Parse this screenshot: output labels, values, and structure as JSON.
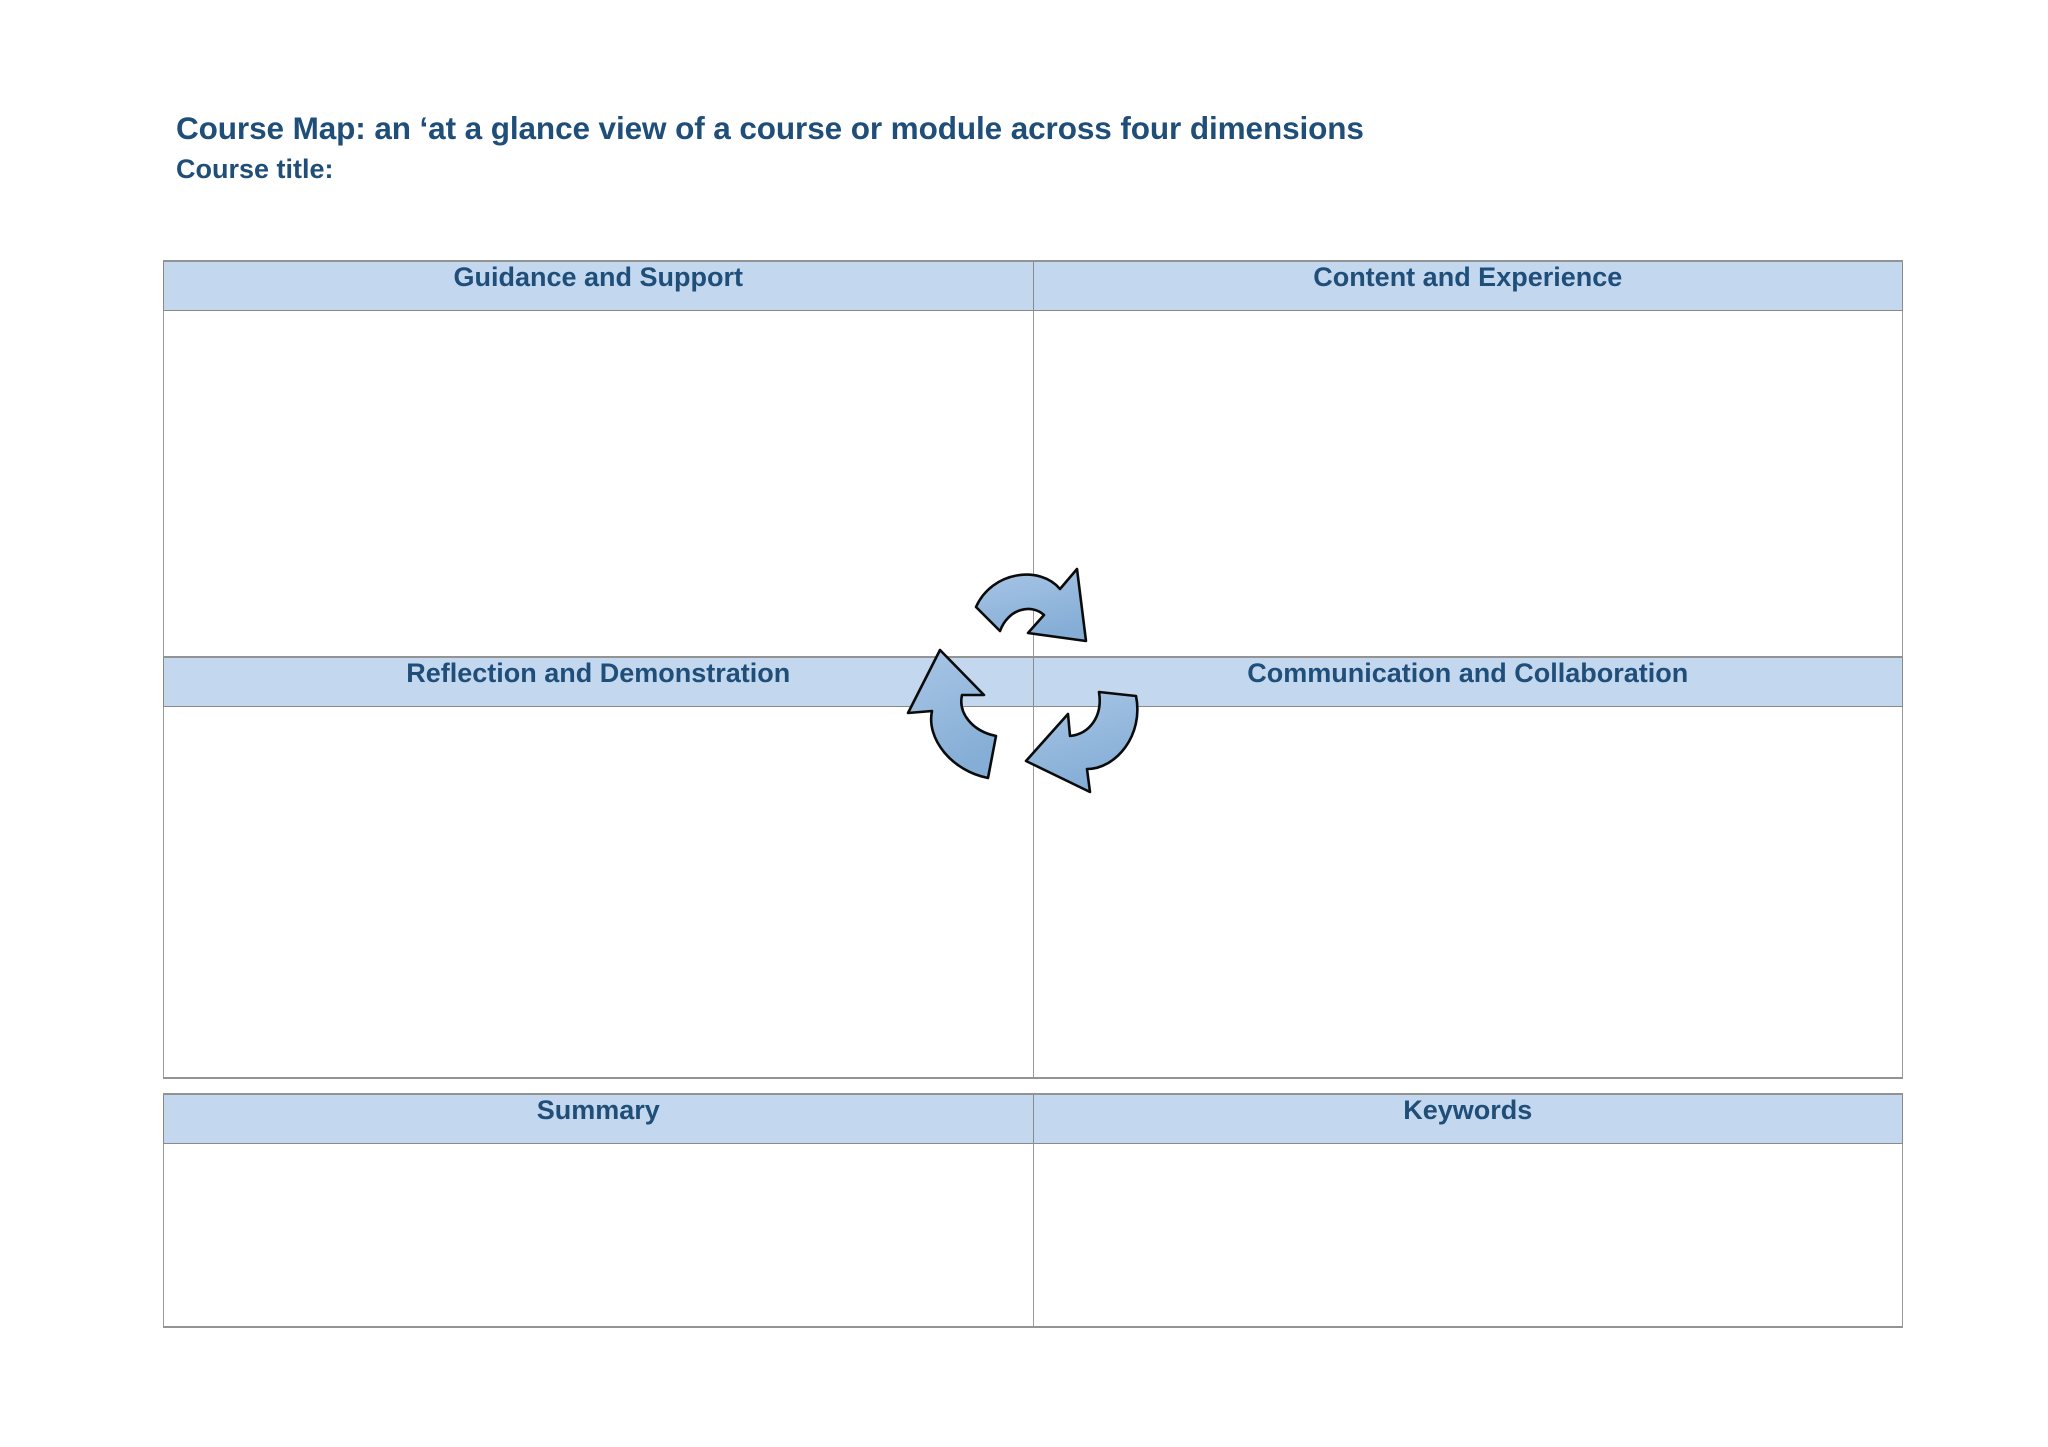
{
  "document": {
    "title": "Course Map: an ‘at a glance view of a course or module across four dimensions",
    "subtitle": "Course title:"
  },
  "colors": {
    "header_fill": "#c3d7ee",
    "header_text": "#1f4e79",
    "border": "#8a8a8a",
    "cell_border": "#9a9a9a",
    "arrow_fill": "#93b7dd",
    "arrow_stroke": "#000000",
    "page_background": "#ffffff"
  },
  "quadrants": {
    "rows": [
      {
        "cells": [
          {
            "header": "Guidance and Support",
            "value": ""
          },
          {
            "header": "Content and Experience",
            "value": ""
          }
        ]
      },
      {
        "cells": [
          {
            "header": "Reflection and Demonstration",
            "value": ""
          },
          {
            "header": "Communication and Collaboration",
            "value": ""
          }
        ]
      }
    ]
  },
  "summary_table": {
    "headers": [
      "Summary",
      "Keywords"
    ],
    "values": [
      "",
      ""
    ]
  },
  "arrows": [
    {
      "name": "arrow-guidance-to-content",
      "direction": "right",
      "style": "curved"
    },
    {
      "name": "arrow-content-to-communication",
      "direction": "down-left",
      "style": "curved"
    },
    {
      "name": "arrow-communication-to-reflection",
      "direction": "up-left",
      "style": "curved"
    }
  ]
}
